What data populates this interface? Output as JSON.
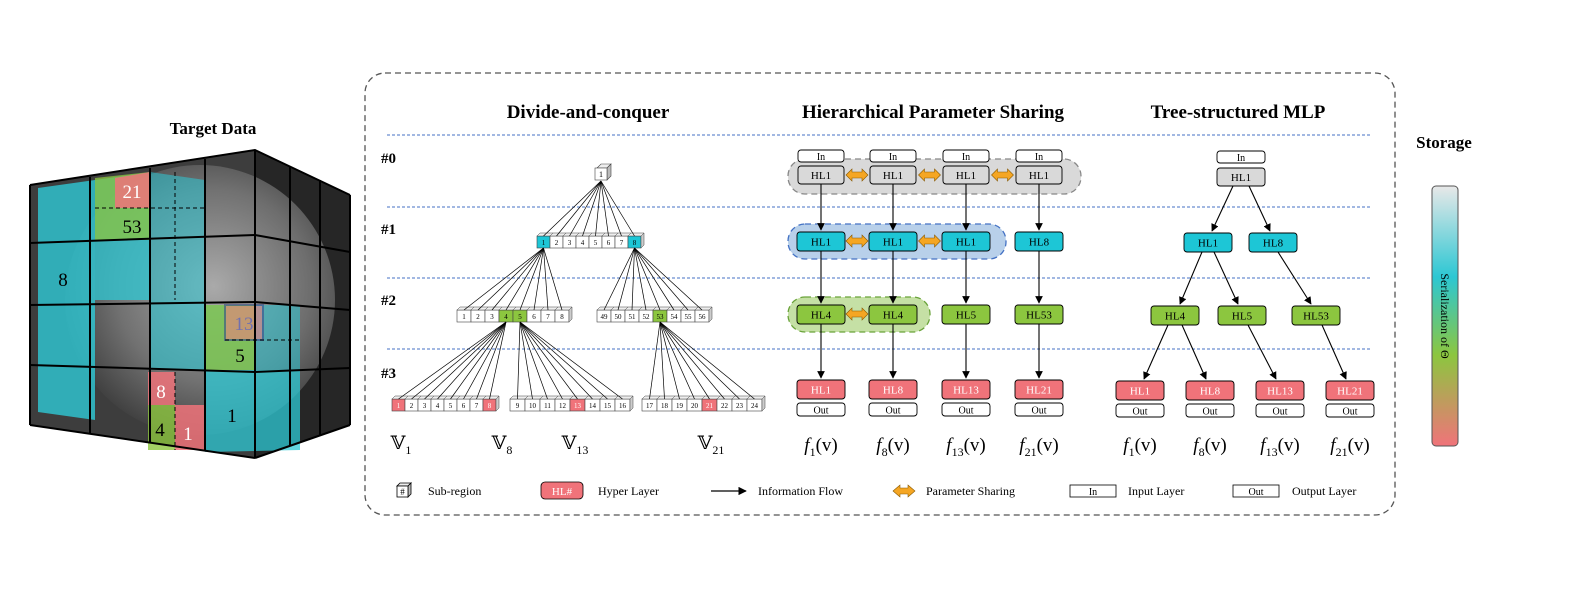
{
  "left_panel": {
    "title": "Target Data",
    "cube_labels": [
      "21",
      "53",
      "8",
      "13",
      "5",
      "8",
      "4",
      "1",
      "1"
    ]
  },
  "sections": {
    "divide": "Divide-and-conquer",
    "sharing": "Hierarchical Parameter Sharing",
    "tree": "Tree-structured MLP"
  },
  "levels": [
    "#0",
    "#1",
    "#2",
    "#3"
  ],
  "storage": {
    "title": "Storage",
    "bar_label": "Serialization of Θ"
  },
  "divide_tree": {
    "root": "1",
    "level1": [
      "1",
      "2",
      "3",
      "4",
      "5",
      "6",
      "7",
      "8"
    ],
    "level2_left": [
      "1",
      "2",
      "3",
      "4",
      "5",
      "6",
      "7",
      "8"
    ],
    "level2_right": [
      "49",
      "50",
      "51",
      "52",
      "53",
      "54",
      "55",
      "56"
    ],
    "level3_a": [
      "1",
      "2",
      "3",
      "4",
      "5",
      "6",
      "7",
      "8"
    ],
    "level3_b": [
      "9",
      "10",
      "11",
      "12",
      "13",
      "14",
      "15",
      "16"
    ],
    "level3_c": [
      "17",
      "18",
      "19",
      "20",
      "21",
      "22",
      "23",
      "24"
    ],
    "v_labels": [
      {
        "base": "𝕍",
        "sub": "1"
      },
      {
        "base": "𝕍",
        "sub": "8"
      },
      {
        "base": "𝕍",
        "sub": "13"
      },
      {
        "base": "𝕍",
        "sub": "21"
      }
    ]
  },
  "sharing_cols": [
    {
      "in": "In",
      "l0": "HL1",
      "l1": "HL1",
      "l2": "HL4",
      "l3": "HL1",
      "out": "Out",
      "fsub": "1"
    },
    {
      "in": "In",
      "l0": "HL1",
      "l1": "HL1",
      "l2": "HL4",
      "l3": "HL8",
      "out": "Out",
      "fsub": "8"
    },
    {
      "in": "In",
      "l0": "HL1",
      "l1": "HL1",
      "l2": "HL5",
      "l3": "HL13",
      "out": "Out",
      "fsub": "13"
    },
    {
      "in": "In",
      "l0": "HL1",
      "l1": "HL8",
      "l2": "HL53",
      "l3": "HL21",
      "out": "Out",
      "fsub": "21"
    }
  ],
  "tree_mlp": {
    "in": "In",
    "root": "HL1",
    "l1": [
      "HL1",
      "HL8"
    ],
    "l2": [
      "HL4",
      "HL5",
      "HL53"
    ],
    "l3": [
      "HL1",
      "HL8",
      "HL13",
      "HL21"
    ],
    "out": "Out",
    "fsubs": [
      "1",
      "8",
      "13",
      "21"
    ],
    "f": "f",
    "arg": "(v)"
  },
  "legend": {
    "subregion_icon": "#",
    "subregion": "Sub-region",
    "hl_icon": "HL#",
    "hyper": "Hyper Layer",
    "flow": "Information Flow",
    "param": "Parameter Sharing",
    "in_icon": "In",
    "input": "Input Layer",
    "out_icon": "Out",
    "output": "Output Layer"
  },
  "colors": {
    "cyan": "#1dc6d6",
    "green": "#8cc63f",
    "pink": "#f0737a",
    "gray": "#d9d9d9",
    "orange": "#f5a623",
    "dashline": "#4472c4"
  }
}
